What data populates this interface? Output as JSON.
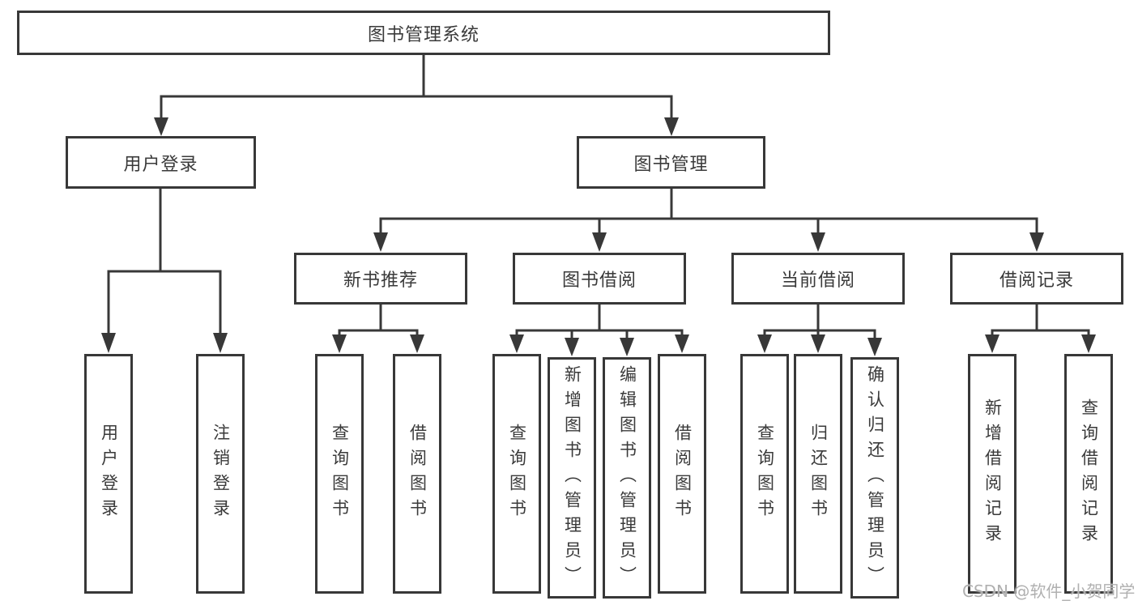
{
  "diagram": {
    "root": "图书管理系统",
    "level2": [
      {
        "label": "用户登录",
        "children": [
          "用户登录",
          "注销登录"
        ]
      },
      {
        "label": "图书管理",
        "children": [
          {
            "label": "新书推荐",
            "children": [
              "查询图书",
              "借阅图书"
            ]
          },
          {
            "label": "图书借阅",
            "children": [
              "查询图书",
              "新增图书（管理员）",
              "编辑图书（管理员）",
              "借阅图书"
            ]
          },
          {
            "label": "当前借阅",
            "children": [
              "查询图书",
              "归还图书",
              "确认归还（管理员）"
            ]
          },
          {
            "label": "借阅记录",
            "children": [
              "新增借阅记录",
              "查询借阅记录"
            ]
          }
        ]
      }
    ]
  },
  "watermark": "CSDN @软件_小贺同学",
  "colors": {
    "line": "#383838",
    "box_border": "#383838",
    "text": "#3a3a3a",
    "watermark": "#b0b0b0",
    "background": "#ffffff"
  }
}
